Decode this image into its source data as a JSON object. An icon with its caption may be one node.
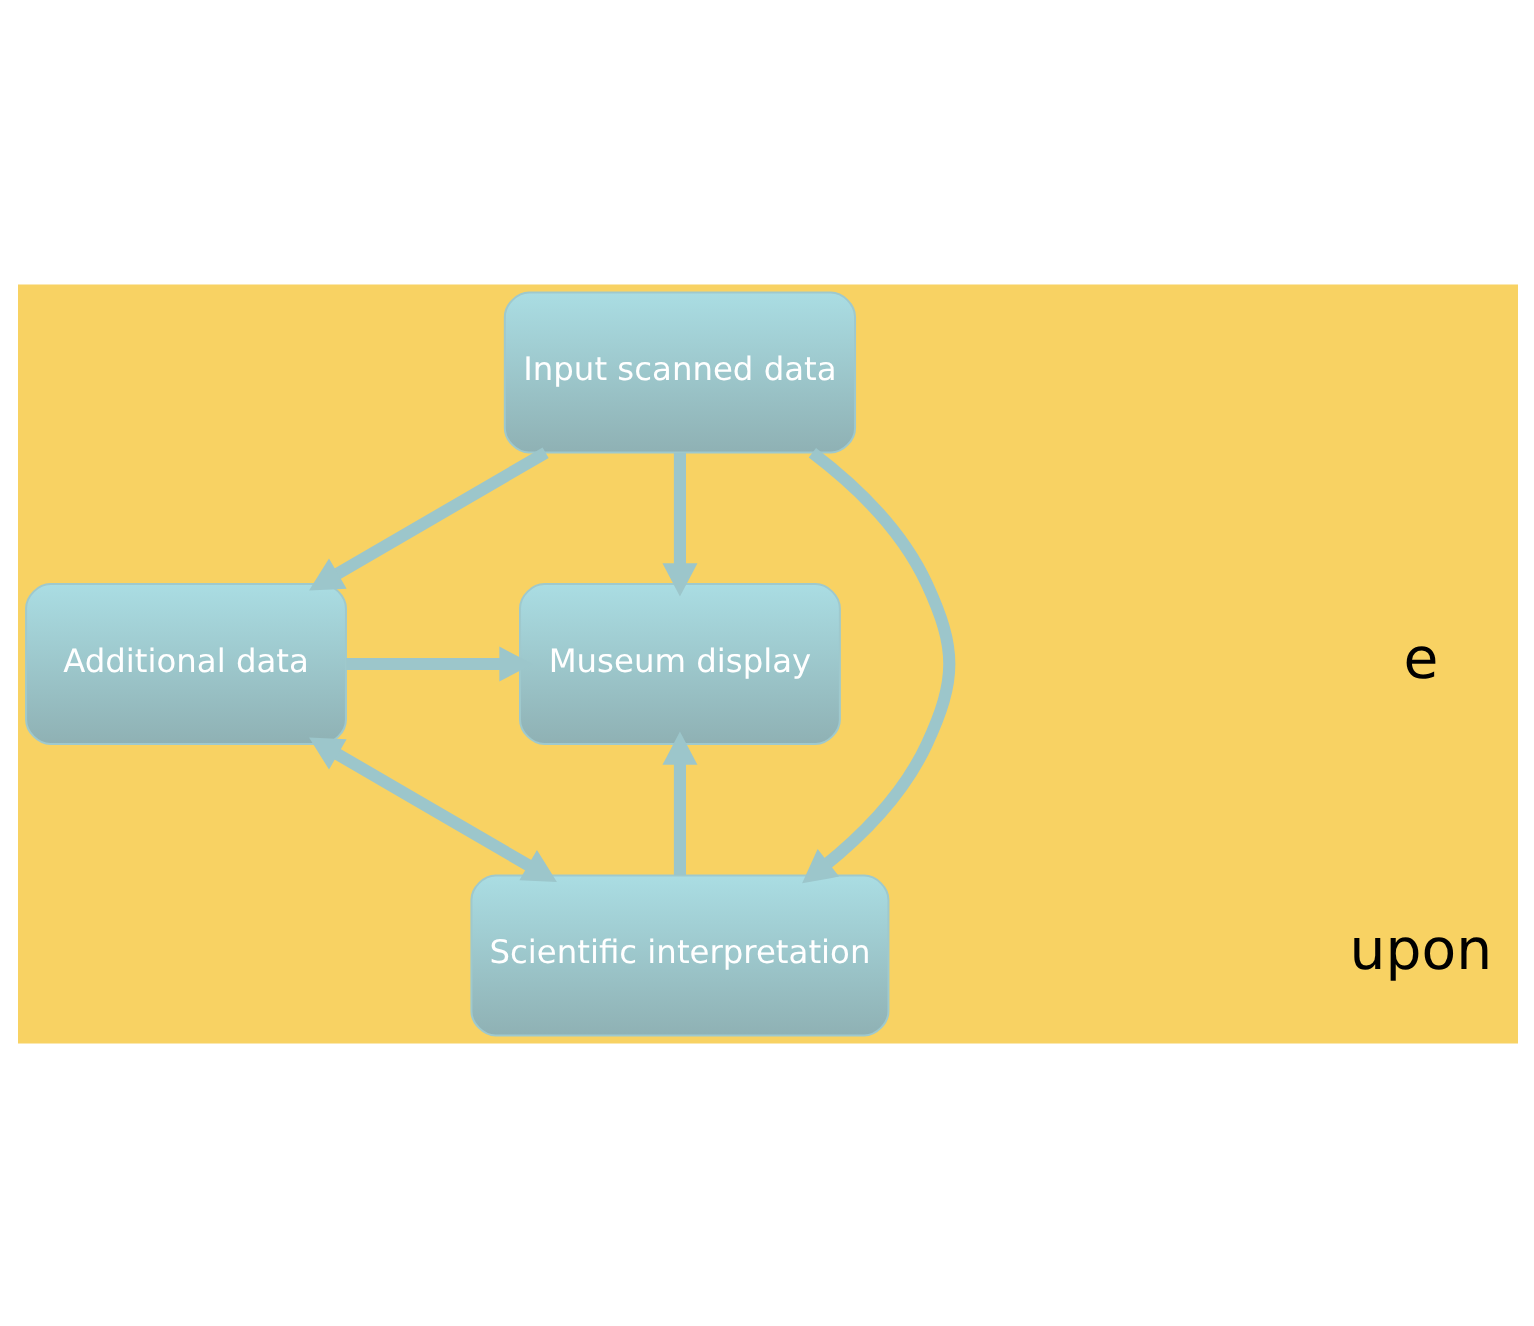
{
  "diagram": {
    "nodes": [
      {
        "text": [
          "Input scanned data"
        ]
      },
      {
        "text": [
          "Additional data"
        ]
      },
      {
        "text": [
          "Museum display"
        ]
      },
      {
        "text": [
          "Scientific interpretation"
        ]
      }
    ],
    "edges": [
      {
        "from": 0,
        "to": 1,
        "arrow": "to"
      },
      {
        "from": 0,
        "to": 2,
        "arrow": "to"
      },
      {
        "from": 1,
        "to": 2,
        "arrow": "to"
      },
      {
        "from": 0,
        "to": 3,
        "arrow": "to"
      },
      {
        "from": 1,
        "to": 3,
        "arrow": "both"
      },
      {
        "from": 3,
        "to": 2,
        "arrow": "to"
      }
    ],
    "labels": [
      "e",
      "upon"
    ]
  }
}
